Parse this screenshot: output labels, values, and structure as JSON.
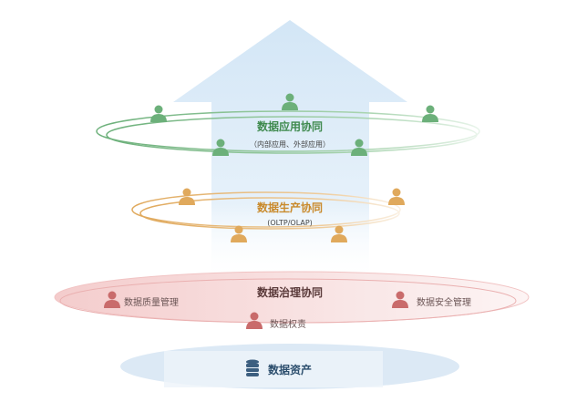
{
  "layers": {
    "application": {
      "title": "数据应用协同",
      "subtitle": "（内部应用、外部应用）",
      "color": "#6cb07a"
    },
    "production": {
      "title": "数据生产协同",
      "subtitle": "(OLTP/OLAP)",
      "color": "#e0a95c"
    },
    "governance": {
      "title": "数据治理协同",
      "color": "#c96b6b",
      "items": [
        {
          "label": "数据质量管理"
        },
        {
          "label": "数据安全管理"
        },
        {
          "label": "数据权责"
        }
      ]
    },
    "assets": {
      "title": "数据资产",
      "color": "#3c5f80"
    }
  }
}
